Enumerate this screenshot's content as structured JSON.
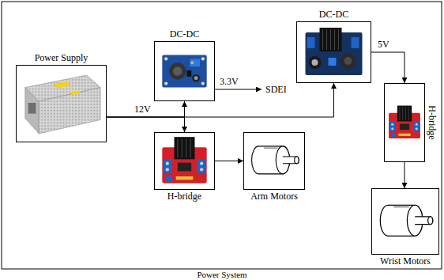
{
  "diagram": {
    "caption": "Power System",
    "nodes": [
      {
        "text": [
          "Power Supply"
        ]
      },
      {
        "text": [
          "DC-DC"
        ]
      },
      {
        "text": [
          "DC-DC"
        ]
      },
      {
        "text": [
          "H-bridge"
        ]
      },
      {
        "text": [
          "Arm Motors"
        ]
      },
      {
        "text": [
          "H-bridge"
        ]
      },
      {
        "text": [
          "Wrist Motors"
        ]
      }
    ],
    "edges": [
      {
        "from": 0,
        "to": 1,
        "arrow": "to"
      },
      {
        "from": 0,
        "to": 3,
        "arrow": "to"
      },
      {
        "from": 0,
        "to": 2,
        "arrow": "to"
      },
      {
        "from": 3,
        "to": 4,
        "arrow": "to"
      },
      {
        "from": 2,
        "to": 5,
        "arrow": "to"
      },
      {
        "from": 5,
        "to": 6,
        "arrow": "to"
      }
    ],
    "labels": [
      "3.3V",
      "SDEI",
      "12V",
      "5V"
    ]
  }
}
